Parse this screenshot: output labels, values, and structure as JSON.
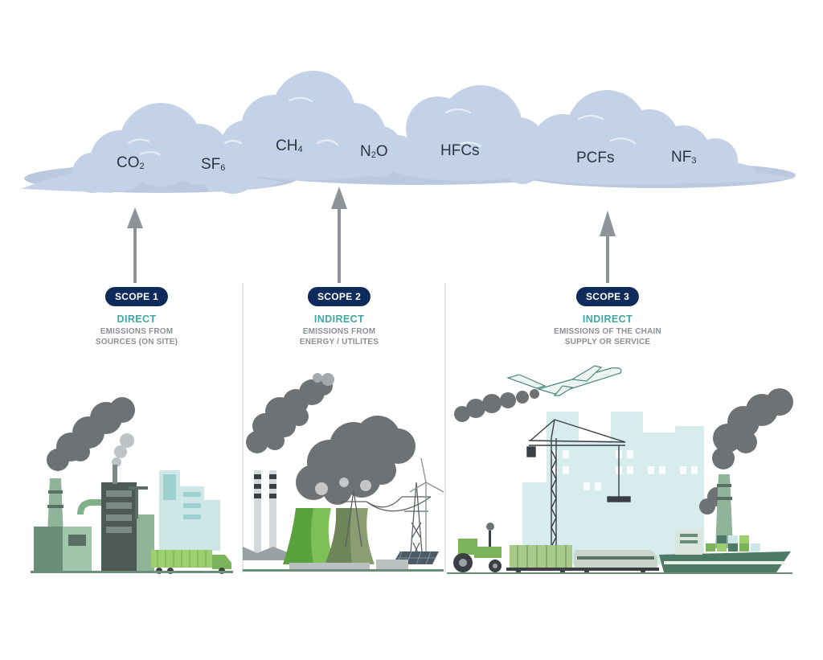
{
  "colors": {
    "cloud": "#c3d2e6",
    "cloud_shadow": "#a9bcd6",
    "arrow": "#8d9399",
    "badge": "#0f2b5b",
    "accent": "#3fa6a6",
    "desc": "#8b9096",
    "smoke": "#6f7275",
    "green": "#7bb35a",
    "factory": "#5a6f66",
    "city": "#cfe6e6"
  },
  "gases": [
    {
      "main": "CO",
      "sub": "2"
    },
    {
      "main": "SF",
      "sub": "6"
    },
    {
      "main": "CH",
      "sub": "4"
    },
    {
      "main": "N",
      "sub": "2",
      "tail": "O"
    },
    {
      "main": "HFCs",
      "sub": ""
    },
    {
      "main": "PCFs",
      "sub": ""
    },
    {
      "main": "NF",
      "sub": "3"
    }
  ],
  "scopes": [
    {
      "badge": "SCOPE 1",
      "type": "DIRECT",
      "desc": [
        "EMISSIONS FROM",
        "SOURCES (ON SITE)"
      ]
    },
    {
      "badge": "SCOPE 2",
      "type": "INDIRECT",
      "desc": [
        "EMISSIONS FROM",
        "ENERGY / UTILITES"
      ]
    },
    {
      "badge": "SCOPE 3",
      "type": "INDIRECT",
      "desc": [
        "EMISSIONS OF THE CHAIN",
        "SUPPLY OR SERVICE"
      ]
    }
  ],
  "icons": {
    "scope1": [
      "factory-icon",
      "truck-icon",
      "city-icon"
    ],
    "scope2": [
      "chimney-icon",
      "cooling-tower-icon",
      "power-pylon-icon",
      "wind-turbine-icon",
      "solar-panel-icon"
    ],
    "scope3": [
      "airplane-icon",
      "crane-icon",
      "tractor-icon",
      "train-icon",
      "cargo-ship-icon",
      "city-icon"
    ]
  }
}
